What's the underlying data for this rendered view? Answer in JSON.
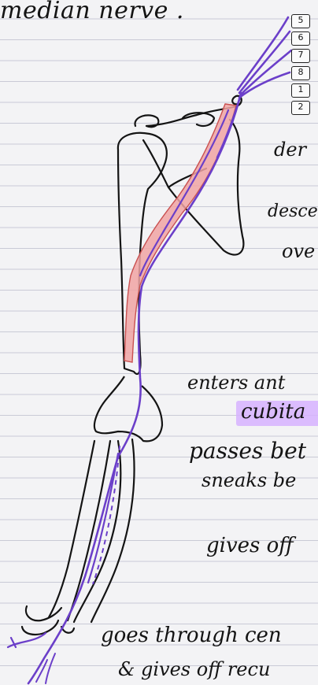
{
  "title": "median nerve .",
  "labels": [
    "der",
    "descen",
    "ove",
    "enters ant",
    "cubita",
    "passes bet",
    "sneaks be",
    "gives off",
    "goes through cen",
    "& gives off recu"
  ],
  "root_boxes": [
    "5",
    "6",
    "7",
    "8",
    "1",
    "2"
  ],
  "colors": {
    "paper": "#f3f3f5",
    "ruling": "#c9cad6",
    "ink": "#141414",
    "nerve": "#6b3fc9",
    "artery_fill": "#f0a3a3",
    "highlight": "#d6b2ff"
  }
}
